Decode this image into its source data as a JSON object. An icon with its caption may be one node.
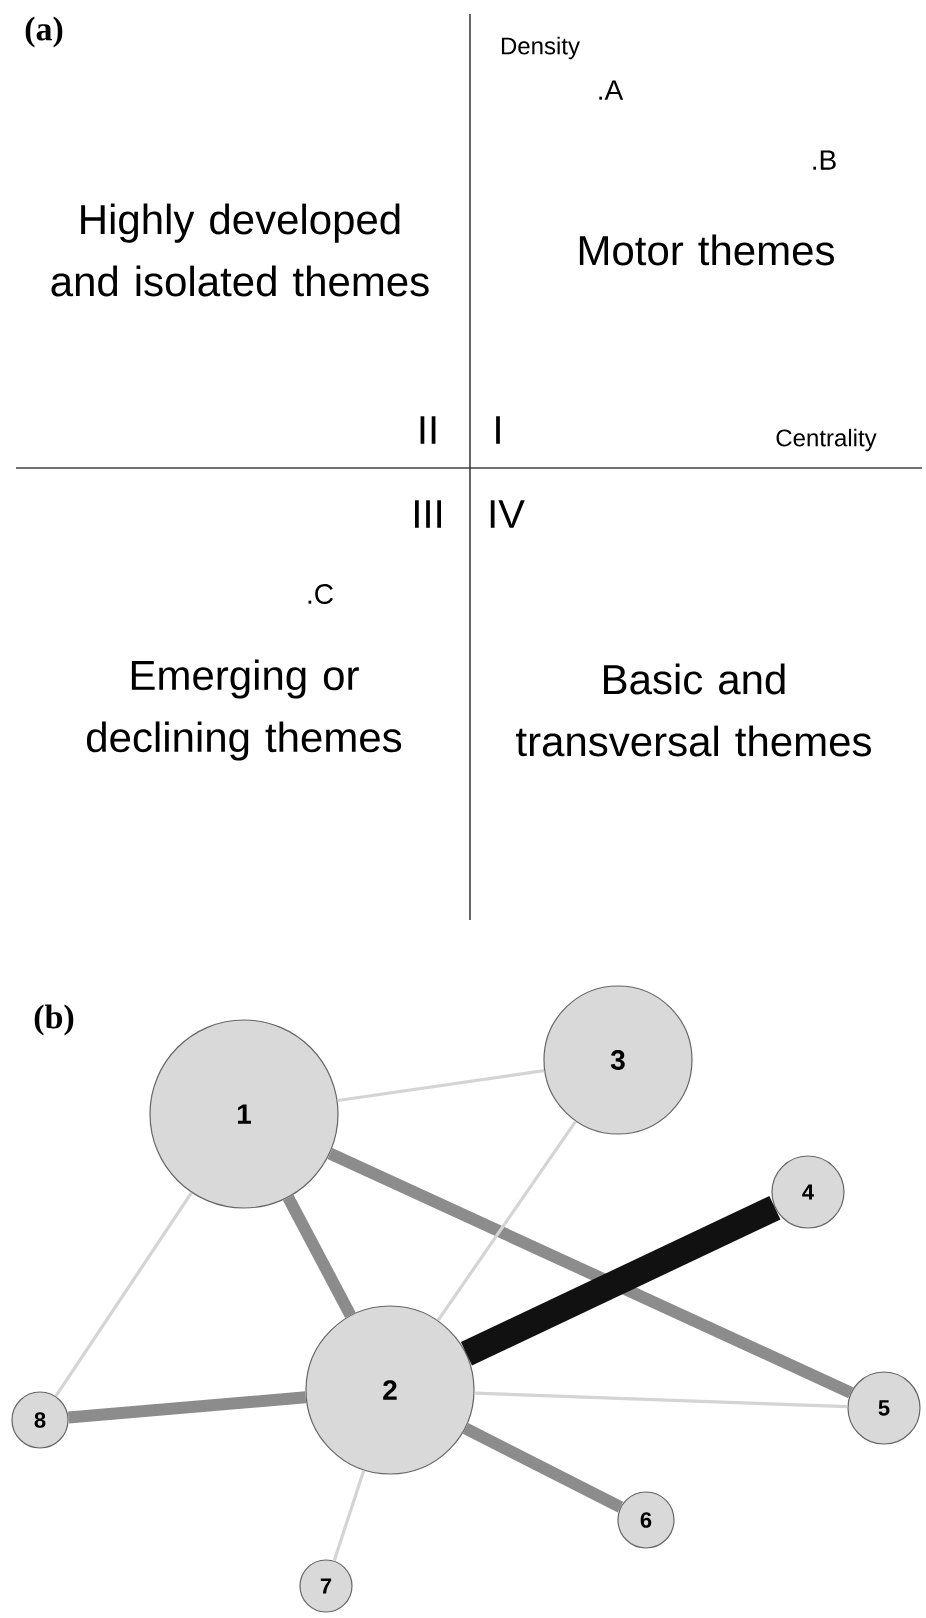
{
  "diagram": {
    "nodes": [
      {
        "text": [
          "1"
        ]
      },
      {
        "text": [
          "2"
        ]
      },
      {
        "text": [
          "3"
        ]
      },
      {
        "text": [
          "4"
        ]
      },
      {
        "text": [
          "5"
        ]
      },
      {
        "text": [
          "6"
        ]
      },
      {
        "text": [
          "7"
        ]
      },
      {
        "text": [
          "8"
        ]
      }
    ],
    "edges": [
      {
        "from": 0,
        "to": 2,
        "arrow": "none"
      },
      {
        "from": 0,
        "to": 4,
        "arrow": "none",
        "style": "thick",
        "color": "#8c8c8c"
      },
      {
        "from": 0,
        "to": 1,
        "arrow": "none",
        "style": "thick",
        "color": "#8c8c8c"
      },
      {
        "from": 0,
        "to": 7,
        "arrow": "none"
      },
      {
        "from": 2,
        "to": 1,
        "arrow": "none"
      },
      {
        "from": 1,
        "to": 3,
        "arrow": "none",
        "style": "thick",
        "color": "#111111"
      },
      {
        "from": 1,
        "to": 4,
        "arrow": "none"
      },
      {
        "from": 1,
        "to": 5,
        "arrow": "none",
        "style": "thick",
        "color": "#8c8c8c"
      },
      {
        "from": 1,
        "to": 6,
        "arrow": "none"
      },
      {
        "from": 1,
        "to": 7,
        "arrow": "none",
        "style": "thick",
        "color": "#8c8c8c"
      }
    ],
    "labels": [
      "(a)",
      "Density",
      ".A",
      ".B",
      "Highly developed and isolated themes",
      "Motor themes",
      "II",
      "I",
      "Centrality",
      "III",
      "IV",
      ".C",
      "Emerging or declining themes",
      "Basic and transversal themes",
      "(b)"
    ]
  }
}
